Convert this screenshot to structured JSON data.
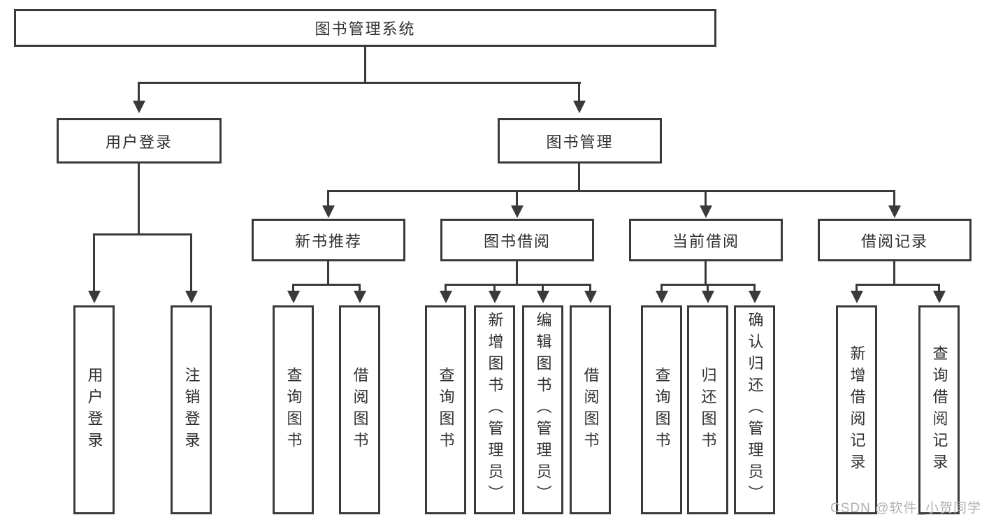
{
  "tree": {
    "label": "图书管理系统",
    "children": [
      {
        "label": "用户登录",
        "children": [
          {
            "label": "用户登录"
          },
          {
            "label": "注销登录"
          }
        ]
      },
      {
        "label": "图书管理",
        "children": [
          {
            "label": "新书推荐",
            "children": [
              {
                "label": "查询图书"
              },
              {
                "label": "借阅图书"
              }
            ]
          },
          {
            "label": "图书借阅",
            "children": [
              {
                "label": "查询图书"
              },
              {
                "label": "新增图书（管理员）"
              },
              {
                "label": "编辑图书（管理员）"
              },
              {
                "label": "借阅图书"
              }
            ]
          },
          {
            "label": "当前借阅",
            "children": [
              {
                "label": "查询图书"
              },
              {
                "label": "归还图书"
              },
              {
                "label": "确认归还（管理员）"
              }
            ]
          },
          {
            "label": "借阅记录",
            "children": [
              {
                "label": "新增借阅记录"
              },
              {
                "label": "查询借阅记录"
              }
            ]
          }
        ]
      }
    ]
  },
  "watermark": {
    "text": "CSDN @软件_小贺同学"
  },
  "colors": {
    "line": "#3a3a3a",
    "text": "#303030",
    "watermark": "#b2b2b2",
    "background": "#ffffff"
  }
}
